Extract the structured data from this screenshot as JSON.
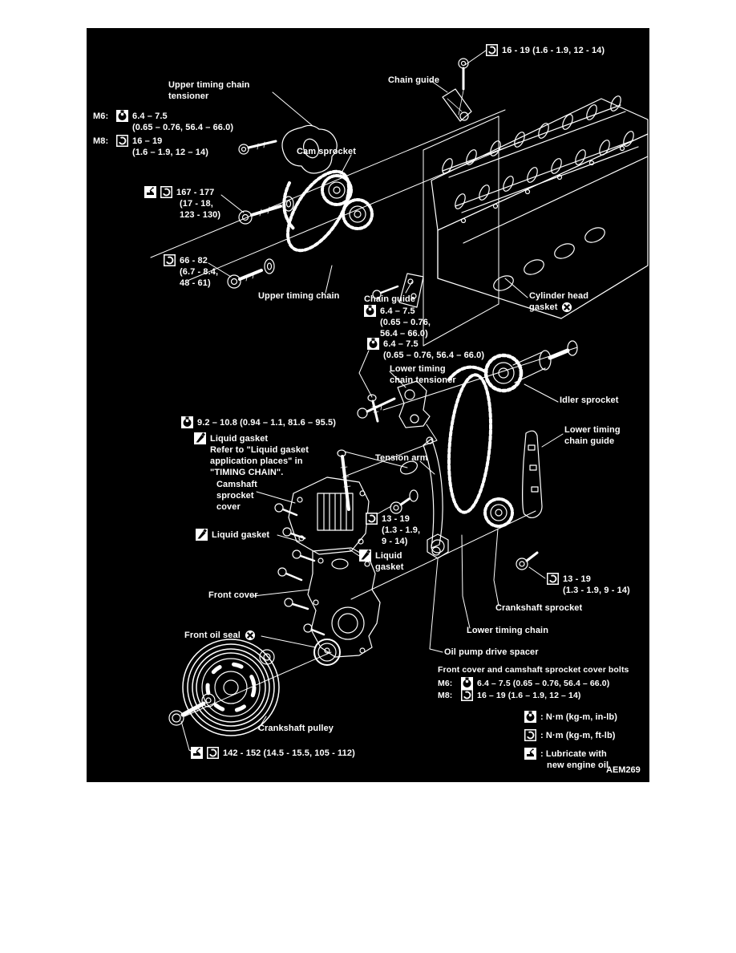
{
  "colors": {
    "page_bg": "#ffffff",
    "panel_bg": "#000000",
    "ink": "#ffffff"
  },
  "figure": {
    "code": "AEM269"
  },
  "icons": {
    "torque_inlb": "torque-wrench-inlb-icon",
    "torque_ftlb": "torque-wrench-ftlb-icon",
    "oil": "engine-oil-lubricate-icon",
    "liquid": "liquid-gasket-icon",
    "replace": "replace-part-icon"
  },
  "labels": {
    "top_bolt_torque": "16 - 19 (1.6 - 1.9, 12 - 14)",
    "chain_guide_top": "Chain guide",
    "upper_tensioner_1": "Upper timing chain",
    "upper_tensioner_2": "tensioner",
    "m6_label": "M6:",
    "m6_val_1": "6.4 – 7.5",
    "m6_val_2": "(0.65 – 0.76, 56.4 – 66.0)",
    "m8_label": "M8:",
    "m8_val_1": "16 – 19",
    "m8_val_2": "(1.6 – 1.9, 12 – 14)",
    "cam_sprocket": "Cam sprocket",
    "cam_bolt_1": "167 - 177",
    "cam_bolt_2": "(17 - 18,",
    "cam_bolt_3": "123 - 130)",
    "head_bolt_1": "66 - 82",
    "head_bolt_2": "(6.7 - 8.4,",
    "head_bolt_3": "48 - 61)",
    "upper_chain": "Upper timing chain",
    "chain_guide_mid": "Chain guide",
    "chain_guide_mid_t1": "6.4 – 7.5",
    "chain_guide_mid_t2": "(0.65 – 0.76,",
    "chain_guide_mid_t3": "56.4 – 66.0)",
    "head_gasket_1": "Cylinder head",
    "head_gasket_2": "gasket",
    "mid_torque_1": "6.4 – 7.5",
    "mid_torque_2": "(0.65 – 0.76, 56.4 – 66.0)",
    "lower_tensioner_1": "Lower timing",
    "lower_tensioner_2": "chain tensioner",
    "idler_sprocket": "Idler sprocket",
    "lower_guide_1": "Lower timing",
    "lower_guide_2": "chain guide",
    "cover_bolt_torque": "9.2 – 10.8 (0.94 – 1.1, 81.6 – 95.5)",
    "liquid_note_1": "Liquid gasket",
    "liquid_note_2": "Refer to \"Liquid gasket",
    "liquid_note_3": "application places\" in",
    "liquid_note_4": "\"TIMING CHAIN\".",
    "tension_arm": "Tension arm",
    "cam_cover_1": "Camshaft",
    "cam_cover_2": "sprocket",
    "cam_cover_3": "cover",
    "arm_bolt_1": "13 - 19",
    "arm_bolt_2": "(1.3 - 1.9,",
    "arm_bolt_3": "9 - 14)",
    "liquid_left": "Liquid gasket",
    "liquid_mid_1": "Liquid",
    "liquid_mid_2": "gasket",
    "front_cover": "Front cover",
    "guide_bolt_1": "13 - 19",
    "guide_bolt_2": "(1.3 - 1.9, 9 - 14)",
    "crank_sprocket": "Crankshaft sprocket",
    "lower_chain": "Lower timing chain",
    "front_oil_seal": "Front oil seal",
    "oil_pump_spacer": "Oil pump drive spacer",
    "crank_pulley": "Crankshaft pulley",
    "pulley_bolt_torque": "142 - 152 (14.5 - 15.5, 105 - 112)"
  },
  "notes": {
    "title": "Front cover and camshaft sprocket cover bolts",
    "m6_label": "M6:",
    "m6_value": "6.4 – 7.5 (0.65 – 0.76, 56.4 – 66.0)",
    "m8_label": "M8:",
    "m8_value": "16 – 19 (1.6 – 1.9, 12 – 14)"
  },
  "legend": {
    "inlb": ": N·m (kg-m, in-lb)",
    "ftlb": ": N·m (kg-m, ft-lb)",
    "lube_1": ": Lubricate with",
    "lube_2": "new engine oil"
  }
}
